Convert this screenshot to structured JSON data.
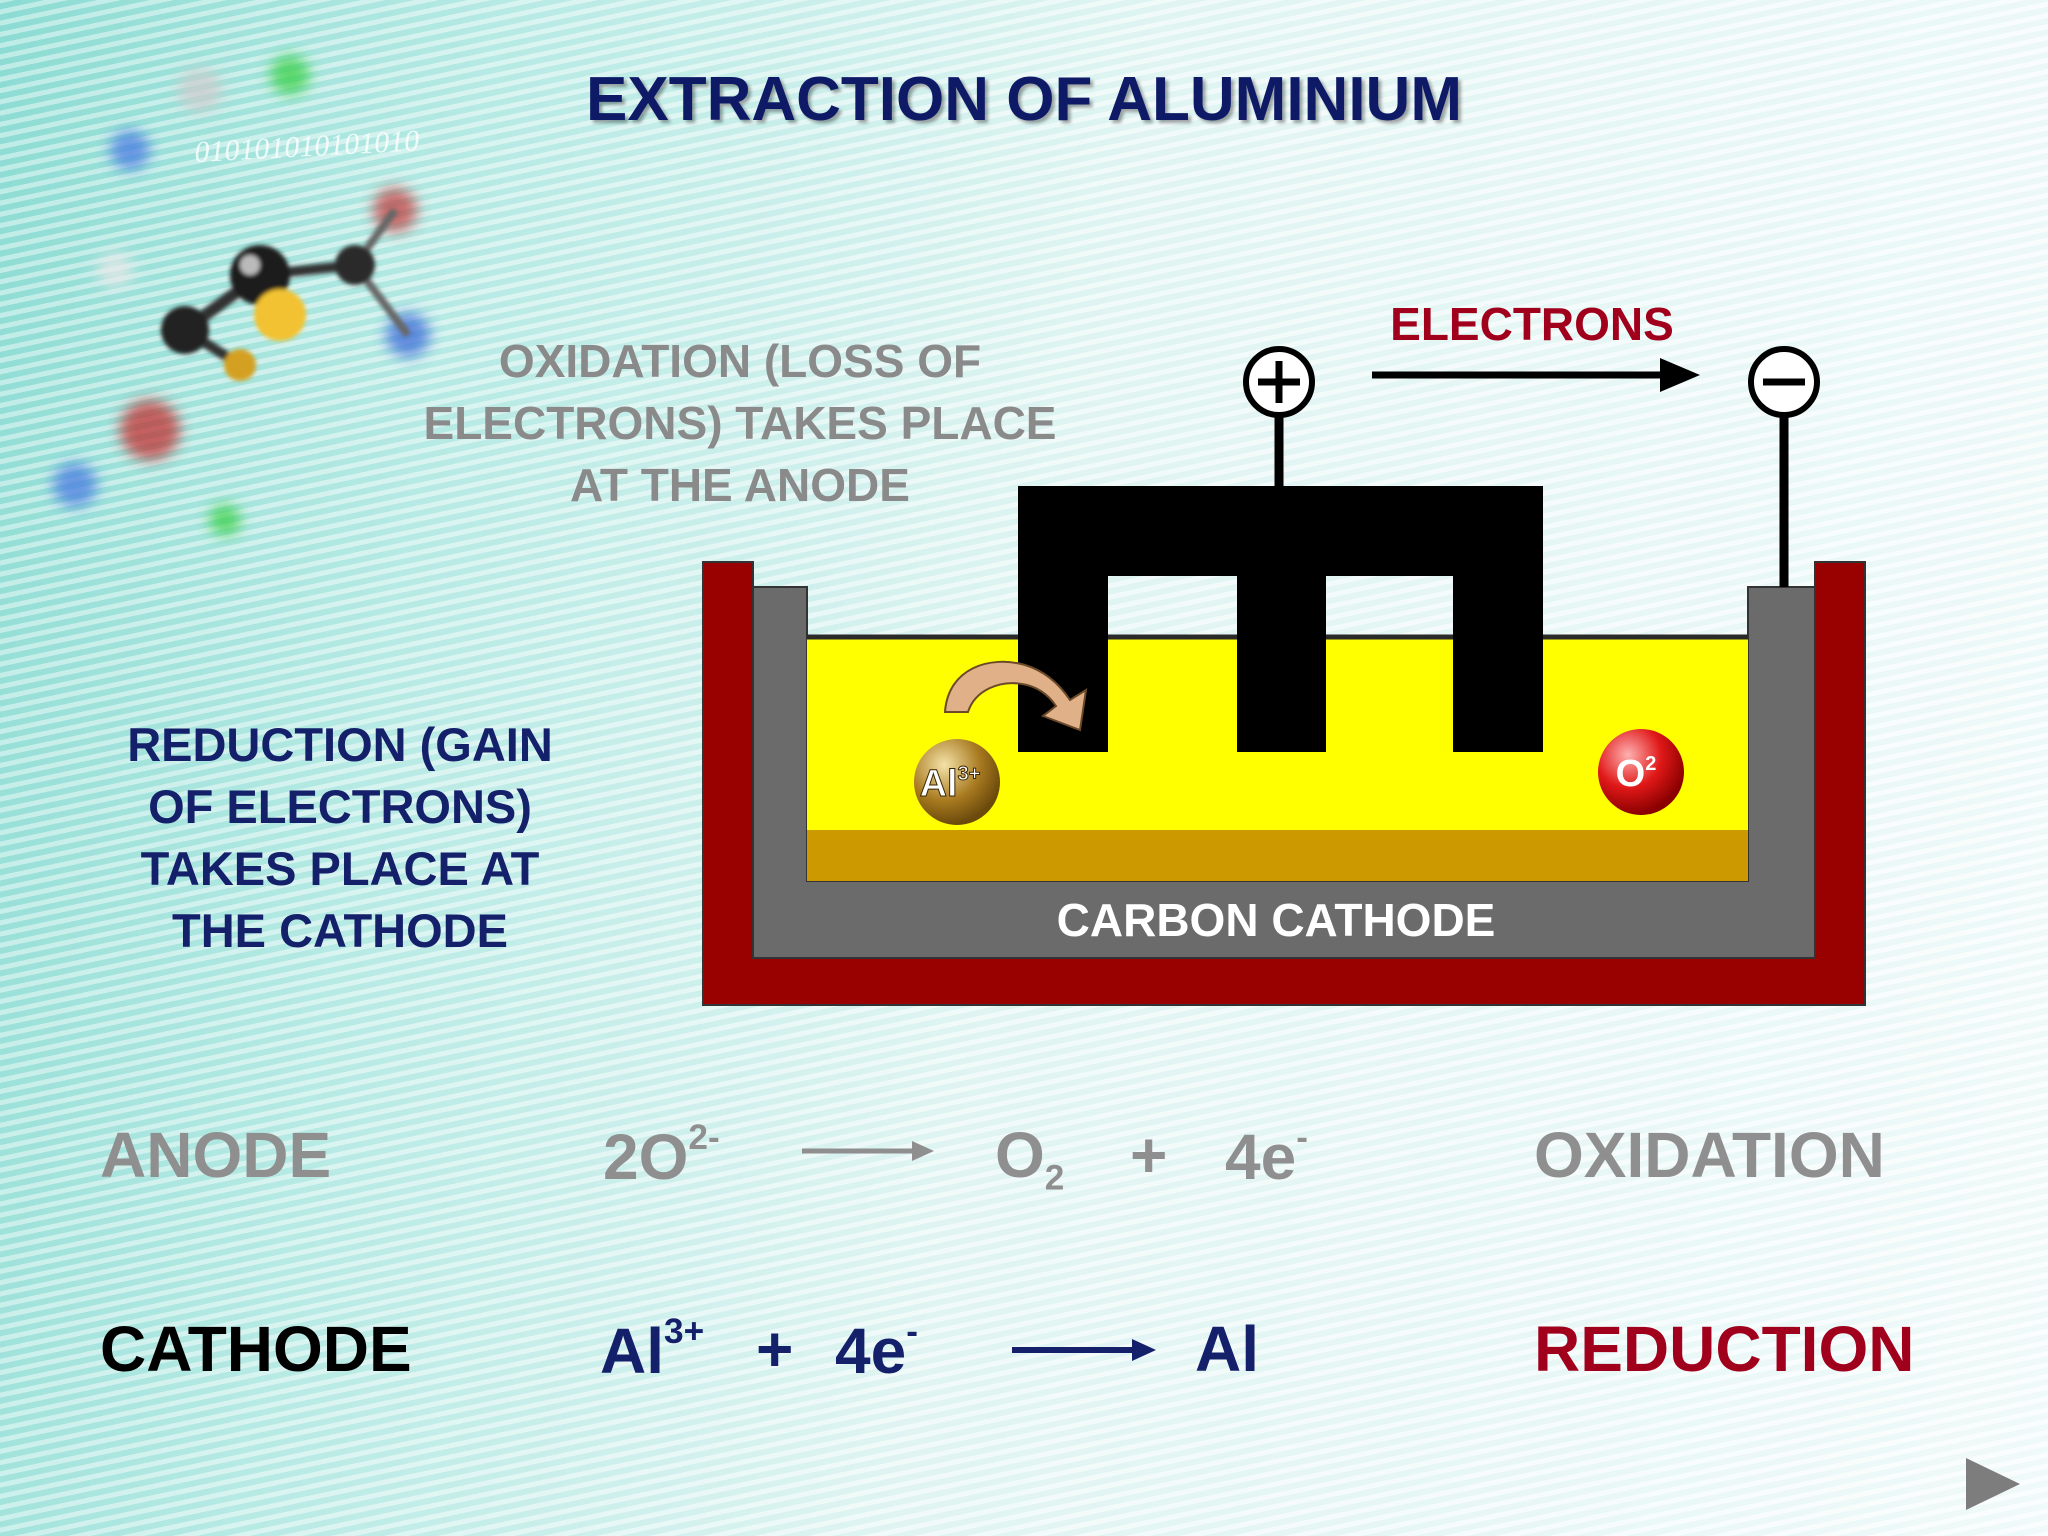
{
  "title": "EXTRACTION OF ALUMINIUM",
  "decor": {
    "binary_text": "010101010101010"
  },
  "notes": {
    "oxidation_lines": [
      "OXIDATION (LOSS OF",
      "ELECTRONS) TAKES PLACE",
      "AT THE ANODE"
    ],
    "reduction_lines": [
      "REDUCTION (GAIN",
      "OF ELECTRONS)",
      "TAKES PLACE AT",
      "THE CATHODE"
    ]
  },
  "diagram": {
    "electrons_label": "ELECTRONS",
    "cathode_label": "CARBON CATHODE",
    "anode_terminal": "+",
    "cathode_terminal": "−",
    "al_ion": {
      "base": "Al",
      "charge": "3+"
    },
    "o_ion": {
      "base": "O",
      "charge": "2"
    },
    "colors": {
      "steel_casing": "#990000",
      "carbon_lining": "#6b6b6b",
      "electrolyte": "#ffff00",
      "molten_aluminium": "#cc9900",
      "anode": "#000000"
    }
  },
  "equations": {
    "anode": {
      "label": "ANODE",
      "reactant": "2O",
      "reactant_charge": "2-",
      "product1": "O",
      "product1_sub": "2",
      "plus": "+",
      "product2": "4e",
      "product2_charge": "-",
      "type": "OXIDATION",
      "color": "#8f8f8f"
    },
    "cathode": {
      "label": "CATHODE",
      "reactant1": "Al",
      "reactant1_charge": "3+",
      "plus": "+",
      "reactant2": "4e",
      "reactant2_charge": "-",
      "product": "Al",
      "type": "REDUCTION",
      "label_color": "#000000",
      "equation_color": "#14206a",
      "type_color": "#a1001c"
    }
  },
  "nav": {
    "icon": "play-triangle-icon"
  }
}
